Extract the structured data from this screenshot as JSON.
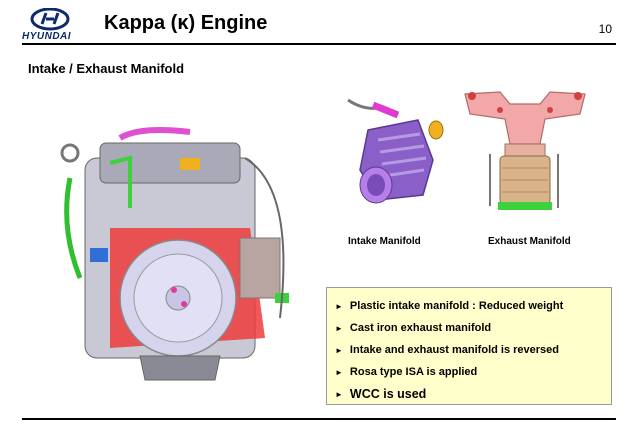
{
  "header": {
    "brand": "HYUNDAI",
    "title": "Kappa (κ) Engine",
    "page_number": "10"
  },
  "subtitle": "Intake / Exhaust Manifold",
  "captions": {
    "intake": "Intake Manifold",
    "exhaust": "Exhaust Manifold"
  },
  "notes": {
    "items": [
      "Plastic intake manifold : Reduced weight",
      "Cast iron exhaust manifold",
      "Intake and exhaust manifold is reversed",
      "Rosa type ISA is applied",
      "WCC is used"
    ]
  },
  "colors": {
    "brand_blue": "#0d2a6b",
    "note_box": "#ffffcc",
    "intake_purple": "#8a5fc7",
    "exhaust_pink": "#f2a8a8"
  }
}
